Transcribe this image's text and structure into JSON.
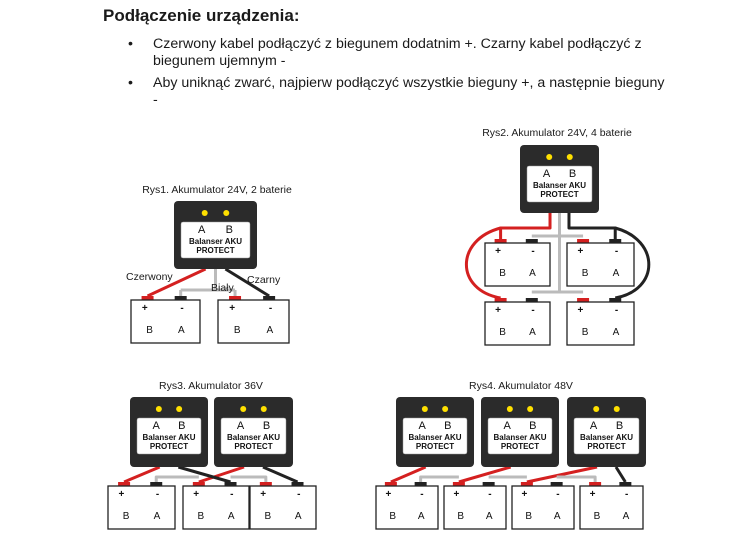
{
  "heading": "Podłączenie urządzenia:",
  "bullets": [
    "Czerwony kabel podłączyć z biegunem dodatnim +. Czarny kabel podłączyć z biegunem ujemnym -",
    "Aby uniknąć zwarć, najpierw podłączyć wszystkie bieguny +, a następnie bieguny -"
  ],
  "colors": {
    "red_wire": "#d42020",
    "black_wire": "#222222",
    "white_wire": "#bbbbbb",
    "module_body": "#2b2b2b",
    "led": "#ffe000"
  },
  "module": {
    "label_a": "A",
    "label_b": "B",
    "line1": "Balanser AKU",
    "line2": "PROTECT"
  },
  "battery": {
    "plus": "+",
    "minus": "-",
    "label_b": "B",
    "label_a": "A"
  },
  "wire_labels": {
    "red": "Czerwony",
    "white": "Biały",
    "black": "Czarny"
  },
  "figures": [
    {
      "caption": "Rys1. Akumulator 24V, 2 baterie"
    },
    {
      "caption": "Rys2. Akumulator 24V, 4 baterie"
    },
    {
      "caption": "Rys3. Akumulator 36V"
    },
    {
      "caption": "Rys4. Akumulator 48V"
    }
  ]
}
